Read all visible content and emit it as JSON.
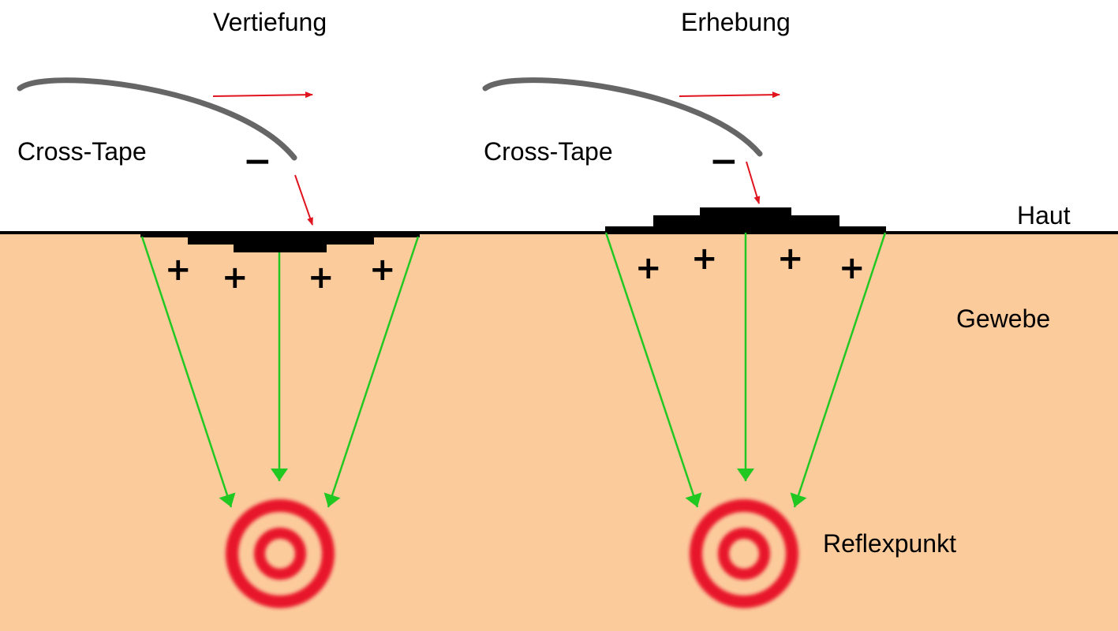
{
  "labels": {
    "title_left": "Vertiefung",
    "title_right": "Erhebung",
    "tape_left": "Cross-Tape",
    "tape_right": "Cross-Tape",
    "skin": "Haut",
    "tissue": "Gewebe",
    "reflex_point": "Reflexpunkt"
  },
  "signs": {
    "minus": "−",
    "plus": "+"
  },
  "colors": {
    "tissue": "#fbcb9c",
    "skin_line": "#000000",
    "tape_arc": "#666666",
    "arrow_red": "#e0141e",
    "arrow_green": "#22c822",
    "reflex_ring": "#e8142a",
    "tape_block": "#000000"
  }
}
